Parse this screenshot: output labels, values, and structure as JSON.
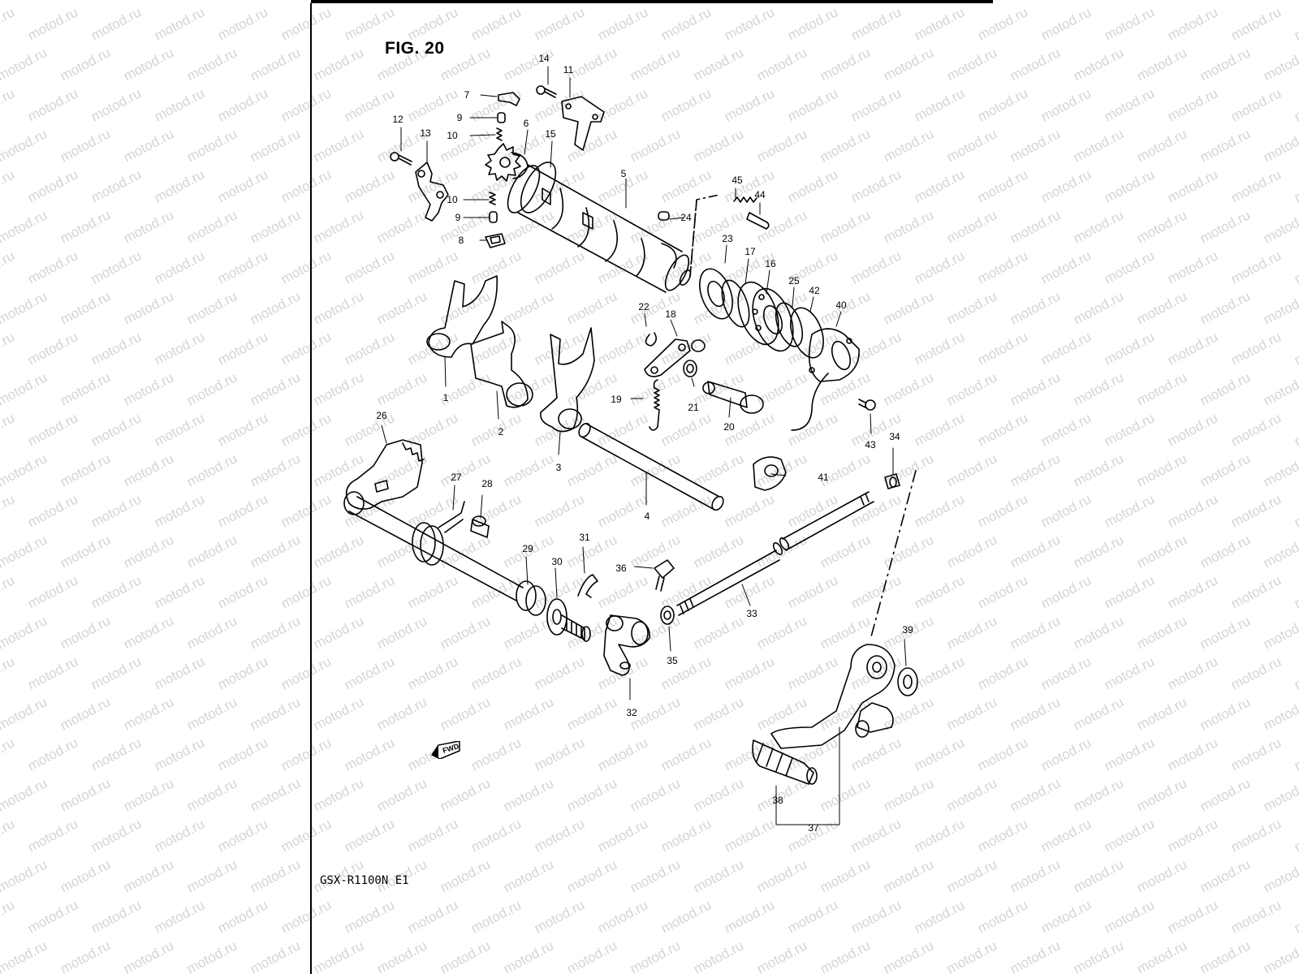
{
  "figure": {
    "title": "FIG. 20",
    "model_code": "GSX-R1100N E1",
    "fwd_label": "FWD",
    "watermark": "motod.ru"
  },
  "colors": {
    "ink": "#000000",
    "watermark": "#d4d4d4",
    "background": "#ffffff"
  },
  "callouts": [
    {
      "id": "c1",
      "label": "1"
    },
    {
      "id": "c2",
      "label": "2"
    },
    {
      "id": "c3",
      "label": "3"
    },
    {
      "id": "c4",
      "label": "4"
    },
    {
      "id": "c5",
      "label": "5"
    },
    {
      "id": "c6",
      "label": "6"
    },
    {
      "id": "c7",
      "label": "7"
    },
    {
      "id": "c8",
      "label": "8"
    },
    {
      "id": "c9a",
      "label": "9"
    },
    {
      "id": "c9b",
      "label": "9"
    },
    {
      "id": "c10a",
      "label": "10"
    },
    {
      "id": "c10b",
      "label": "10"
    },
    {
      "id": "c11",
      "label": "11"
    },
    {
      "id": "c12",
      "label": "12"
    },
    {
      "id": "c13",
      "label": "13"
    },
    {
      "id": "c14",
      "label": "14"
    },
    {
      "id": "c15",
      "label": "15"
    },
    {
      "id": "c16",
      "label": "16"
    },
    {
      "id": "c17",
      "label": "17"
    },
    {
      "id": "c18",
      "label": "18"
    },
    {
      "id": "c19",
      "label": "19"
    },
    {
      "id": "c20",
      "label": "20"
    },
    {
      "id": "c21",
      "label": "21"
    },
    {
      "id": "c22",
      "label": "22"
    },
    {
      "id": "c23",
      "label": "23"
    },
    {
      "id": "c24",
      "label": "24"
    },
    {
      "id": "c25",
      "label": "25"
    },
    {
      "id": "c26",
      "label": "26"
    },
    {
      "id": "c27",
      "label": "27"
    },
    {
      "id": "c28",
      "label": "28"
    },
    {
      "id": "c29",
      "label": "29"
    },
    {
      "id": "c30",
      "label": "30"
    },
    {
      "id": "c31",
      "label": "31"
    },
    {
      "id": "c32",
      "label": "32"
    },
    {
      "id": "c33",
      "label": "33"
    },
    {
      "id": "c34",
      "label": "34"
    },
    {
      "id": "c35",
      "label": "35"
    },
    {
      "id": "c36",
      "label": "36"
    },
    {
      "id": "c37",
      "label": "37"
    },
    {
      "id": "c38",
      "label": "38"
    },
    {
      "id": "c39",
      "label": "39"
    },
    {
      "id": "c40",
      "label": "40"
    },
    {
      "id": "c41",
      "label": "41"
    },
    {
      "id": "c42",
      "label": "42"
    },
    {
      "id": "c43",
      "label": "43"
    },
    {
      "id": "c44",
      "label": "44"
    },
    {
      "id": "c45",
      "label": "45"
    }
  ]
}
